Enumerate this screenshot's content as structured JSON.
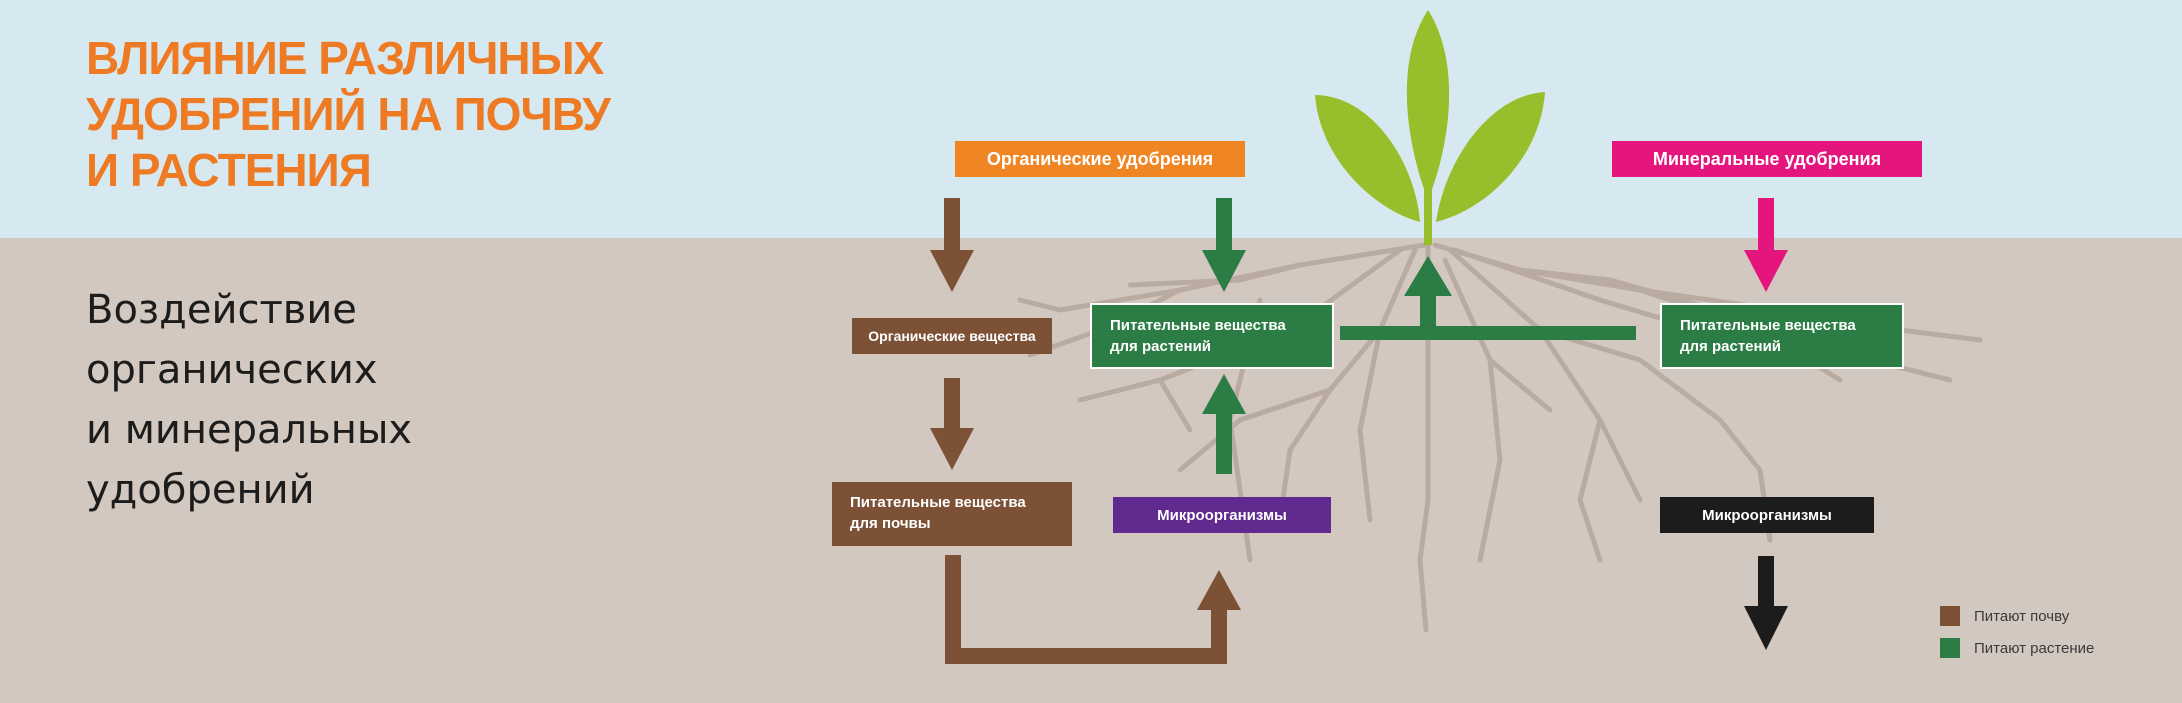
{
  "colors": {
    "sky": "#d7e9f0",
    "soil": "#d3c8c0",
    "roots": "#b9aba1",
    "leaf": "#97bf2c",
    "title": "#ee7a23",
    "orange": "#f08623",
    "magenta": "#e4157c",
    "brown": "#7d5135",
    "green": "#2c7d45",
    "purple": "#612a8f",
    "black": "#1c1c1c"
  },
  "header": {
    "title_lines": [
      "ВЛИЯНИЕ РАЗЛИЧНЫХ",
      "УДОБРЕНИЙ НА ПОЧВУ",
      "И РАСТЕНИЯ"
    ],
    "subtitle_lines": [
      "Воздействие",
      "органических",
      "и минеральных",
      "удобрений"
    ]
  },
  "diagram": {
    "organic_fertilizers": "Органические удобрения",
    "mineral_fertilizers": "Минеральные удобрения",
    "organic_matter": "Органические вещества",
    "plant_nutrients_left": [
      "Питательные вещества",
      "для растений"
    ],
    "plant_nutrients_right": [
      "Питательные вещества",
      "для растений"
    ],
    "soil_nutrients": [
      "Питательные вещества",
      "для почвы"
    ],
    "microorganisms_left": "Микроорганизмы",
    "microorganisms_right": "Микроорганизмы"
  },
  "legend": {
    "items": [
      {
        "label": "Питают почву",
        "color": "#7d5135"
      },
      {
        "label": "Питают растение",
        "color": "#2c7d45"
      }
    ]
  }
}
